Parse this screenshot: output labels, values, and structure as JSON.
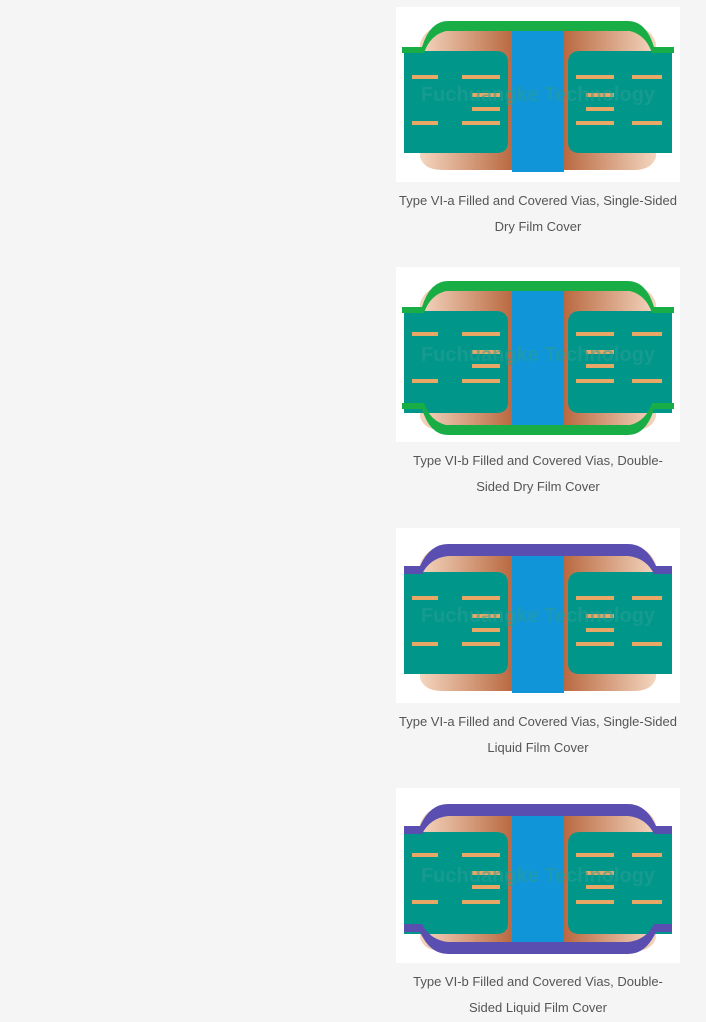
{
  "watermark": "Fuchuangke Technology",
  "colors": {
    "dielectric": "#00968a",
    "copper_pad": "#e9a766",
    "copper_wall": "#b8673e",
    "fill": "#0f95d8",
    "dry_film": "#19ad46",
    "liquid_film": "#5a4fb0"
  },
  "figures": [
    {
      "caption_line1": "Type VI-a Filled and Covered Vias, Single-Sided",
      "caption_line2": "Dry Film Cover",
      "cover": "dry",
      "double_sided": false
    },
    {
      "caption_line1": "Type VI-b Filled and Covered Vias, Double-",
      "caption_line2": "Sided Dry Film Cover",
      "cover": "dry",
      "double_sided": true
    },
    {
      "caption_line1": "Type VI-a Filled and Covered Vias, Single-Sided",
      "caption_line2": "Liquid Film Cover",
      "cover": "liquid",
      "double_sided": false
    },
    {
      "caption_line1": "Type VI-b Filled and Covered Vias, Double-",
      "caption_line2": "Sided Liquid Film Cover",
      "cover": "liquid",
      "double_sided": true
    }
  ]
}
